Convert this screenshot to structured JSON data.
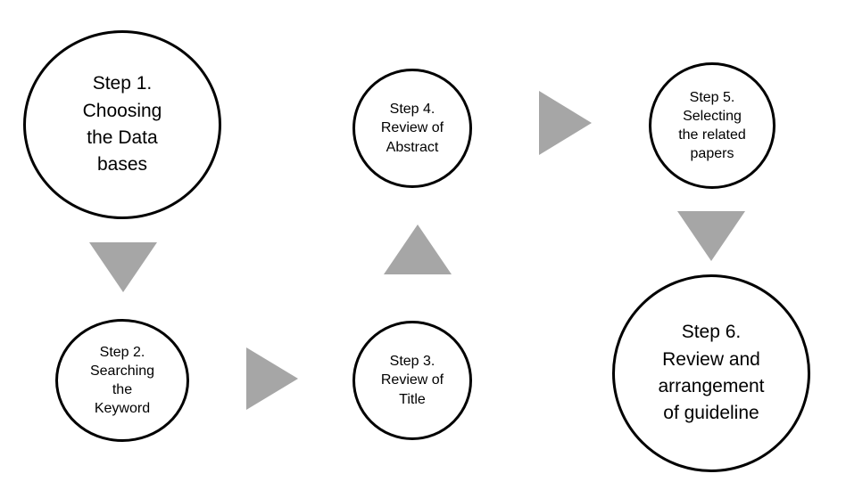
{
  "diagram": {
    "colors": {
      "arrow": "#a6a6a6",
      "circle_border": "#000000",
      "text": "#000000"
    },
    "steps": [
      {
        "label": "Step 1.\nChoosing\nthe Data\nbases"
      },
      {
        "label": "Step 2.\nSearching\nthe\nKeyword"
      },
      {
        "label": "Step 3.\nReview of\nTitle"
      },
      {
        "label": "Step 4.\nReview of\nAbstract"
      },
      {
        "label": "Step 5.\nSelecting\nthe related\npapers"
      },
      {
        "label": "Step 6.\nReview and\narrangement\nof guideline"
      }
    ],
    "connectors": [
      {
        "from": "Step 1.",
        "to": "Step 2.",
        "direction": "down"
      },
      {
        "from": "Step 2.",
        "to": "Step 3.",
        "direction": "right"
      },
      {
        "from": "Step 3.",
        "to": "Step 4.",
        "direction": "up"
      },
      {
        "from": "Step 4.",
        "to": "Step 5.",
        "direction": "right"
      },
      {
        "from": "Step 5.",
        "to": "Step 6.",
        "direction": "down"
      }
    ]
  }
}
